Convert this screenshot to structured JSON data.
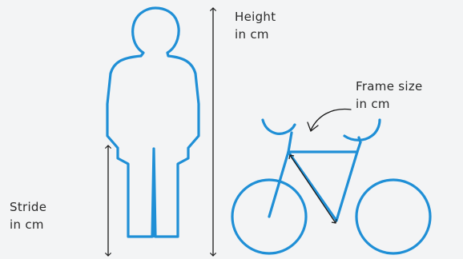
{
  "labels": {
    "height": {
      "line1": "Height",
      "line2": "in cm"
    },
    "frame_size": {
      "line1": "Frame size",
      "line2": "in cm"
    },
    "stride": {
      "line1": "Stride",
      "line2": "in cm"
    }
  },
  "colors": {
    "background": "#f3f4f5",
    "figure_stroke": "#1f8fd6",
    "arrow_stroke": "#1a1a1a",
    "text": "#2a2a2a"
  },
  "icons": [
    "person-outline",
    "bicycle-outline",
    "height-arrow",
    "stride-arrow",
    "frame-size-arrow",
    "curved-pointer-arrow"
  ]
}
